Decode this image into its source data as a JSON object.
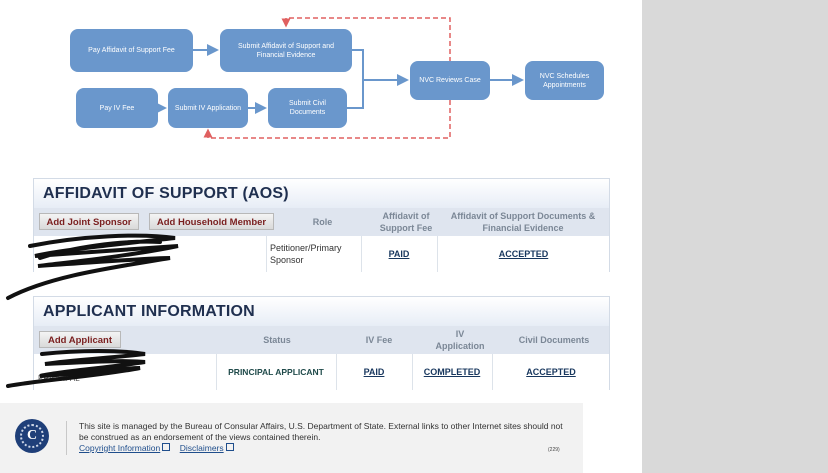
{
  "flow": {
    "boxes": [
      {
        "id": "pay-affidavit",
        "label": "Pay Affidavit of Support Fee"
      },
      {
        "id": "submit-affidavit",
        "label": "Submit Affidavit of Support and Financial Evidence"
      },
      {
        "id": "pay-iv",
        "label": "Pay IV Fee"
      },
      {
        "id": "submit-iv-app",
        "label": "Submit IV Application"
      },
      {
        "id": "submit-civil",
        "label": "Submit Civil Documents"
      },
      {
        "id": "nvc-reviews",
        "label": "NVC Reviews Case"
      },
      {
        "id": "nvc-schedules",
        "label": "NVC Schedules Appointments"
      }
    ],
    "colors": {
      "box": "#6a97cc",
      "arrow": "#6a97cc",
      "return_arrow": "#e06060"
    }
  },
  "aos": {
    "title": "AFFIDAVIT OF SUPPORT (AOS)",
    "buttons": {
      "add_joint_sponsor": "Add Joint Sponsor",
      "add_household_member": "Add Household Member"
    },
    "headers": {
      "role": "Role",
      "fee": "Affidavit of Support Fee",
      "docs": "Affidavit of Support Documents & Financial Evidence"
    },
    "row": {
      "role": "Petitioner/Primary Sponsor",
      "fee_status": "PAID",
      "docs_status": "ACCEPTED"
    }
  },
  "applicant": {
    "title": "APPLICANT INFORMATION",
    "buttons": {
      "add_applicant": "Add Applicant"
    },
    "headers": {
      "status": "Status",
      "iv_fee": "IV Fee",
      "iv_application": "IV Application",
      "civil_documents": "Civil Documents"
    },
    "row": {
      "name_visible": "PRINCIPAL",
      "status": "PRINCIPAL APPLICANT",
      "iv_fee": "PAID",
      "iv_application": "COMPLETED",
      "civil_documents": "ACCEPTED"
    }
  },
  "footer": {
    "text": "This site is managed by the Bureau of Consular Affairs, U.S. Department of State. External links to other Internet sites should not be construed as an endorsement of the views contained therein.",
    "links": {
      "copyright": "Copyright Information",
      "disclaimers": "Disclaimers"
    },
    "code": "(229)",
    "seal_letter": "C",
    "seal_color": "#1f3f79"
  }
}
